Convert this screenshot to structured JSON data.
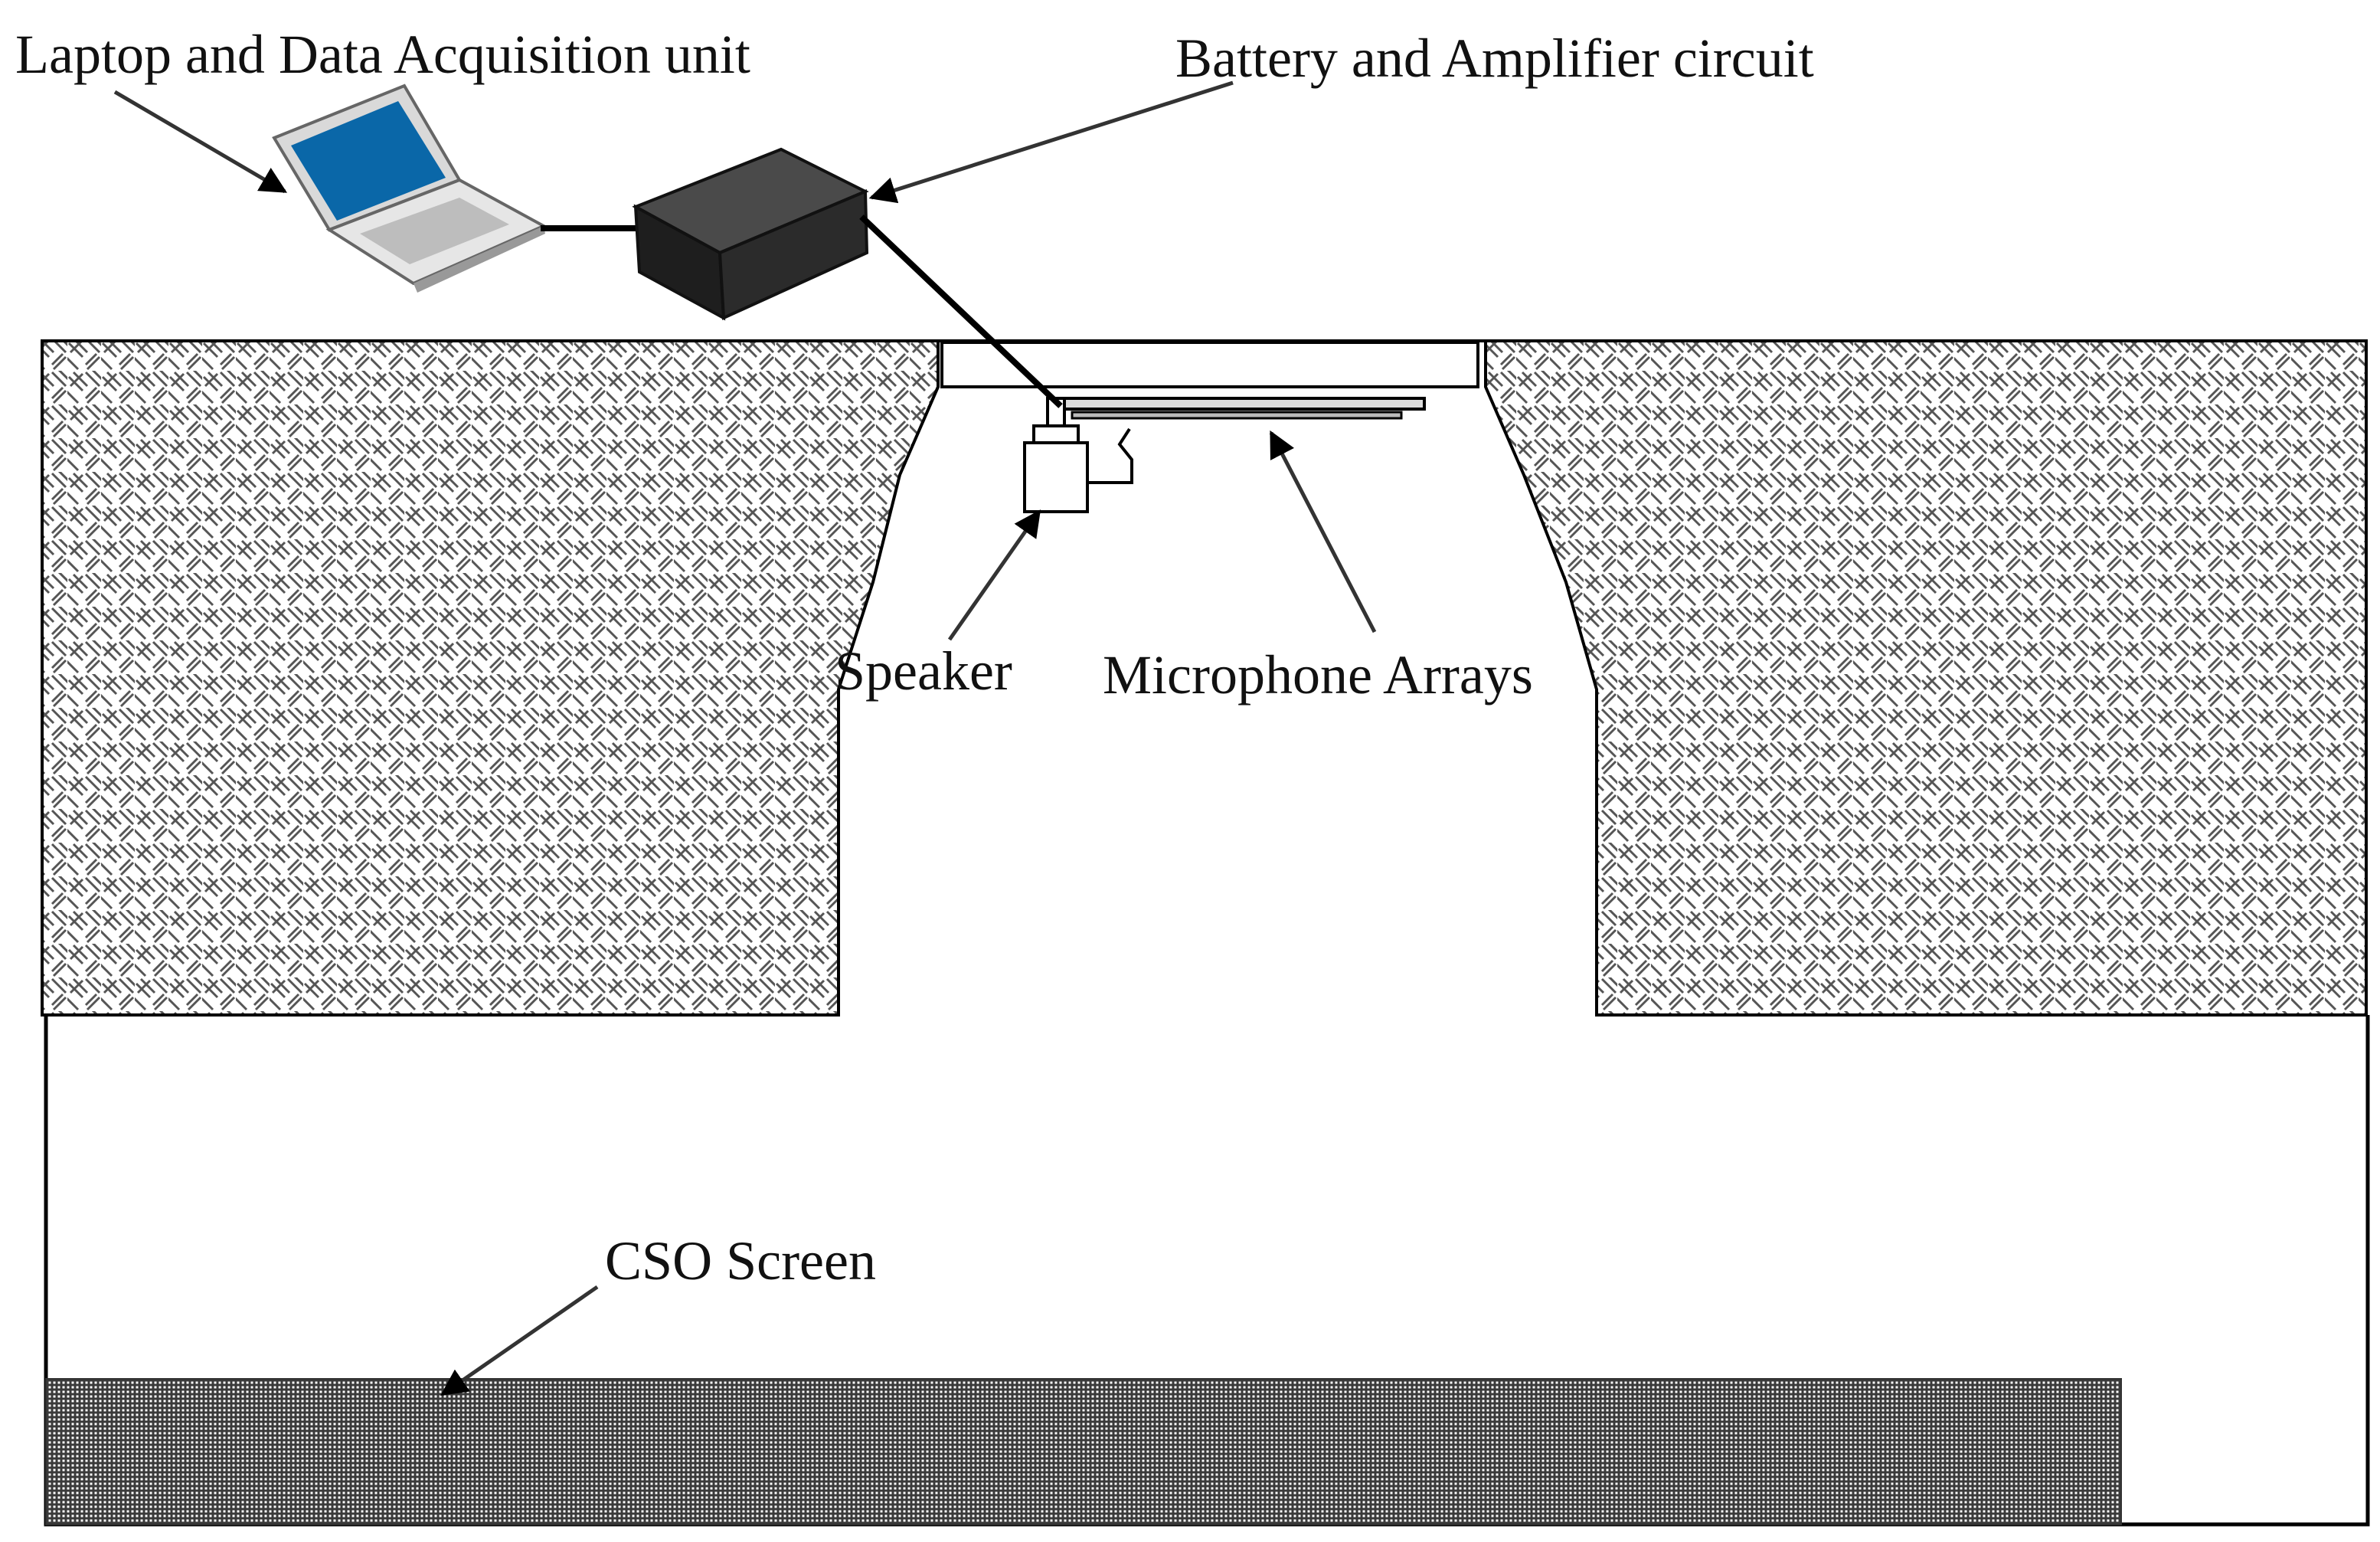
{
  "labels": {
    "laptop": "Laptop and Data Acquisition unit",
    "battery": "Battery and Amplifier circuit",
    "speaker": "Speaker",
    "microphone": "Microphone Arrays",
    "cso_screen": "CSO Screen"
  },
  "icons": {
    "laptop": "laptop-icon",
    "battery_box": "battery-amplifier-box-icon",
    "speaker": "speaker-icon"
  },
  "colors": {
    "laptop_screen": "#0a67a8",
    "box": "#2b2b2b",
    "hatch": "#555555",
    "mesh": "#3a3a3a"
  }
}
